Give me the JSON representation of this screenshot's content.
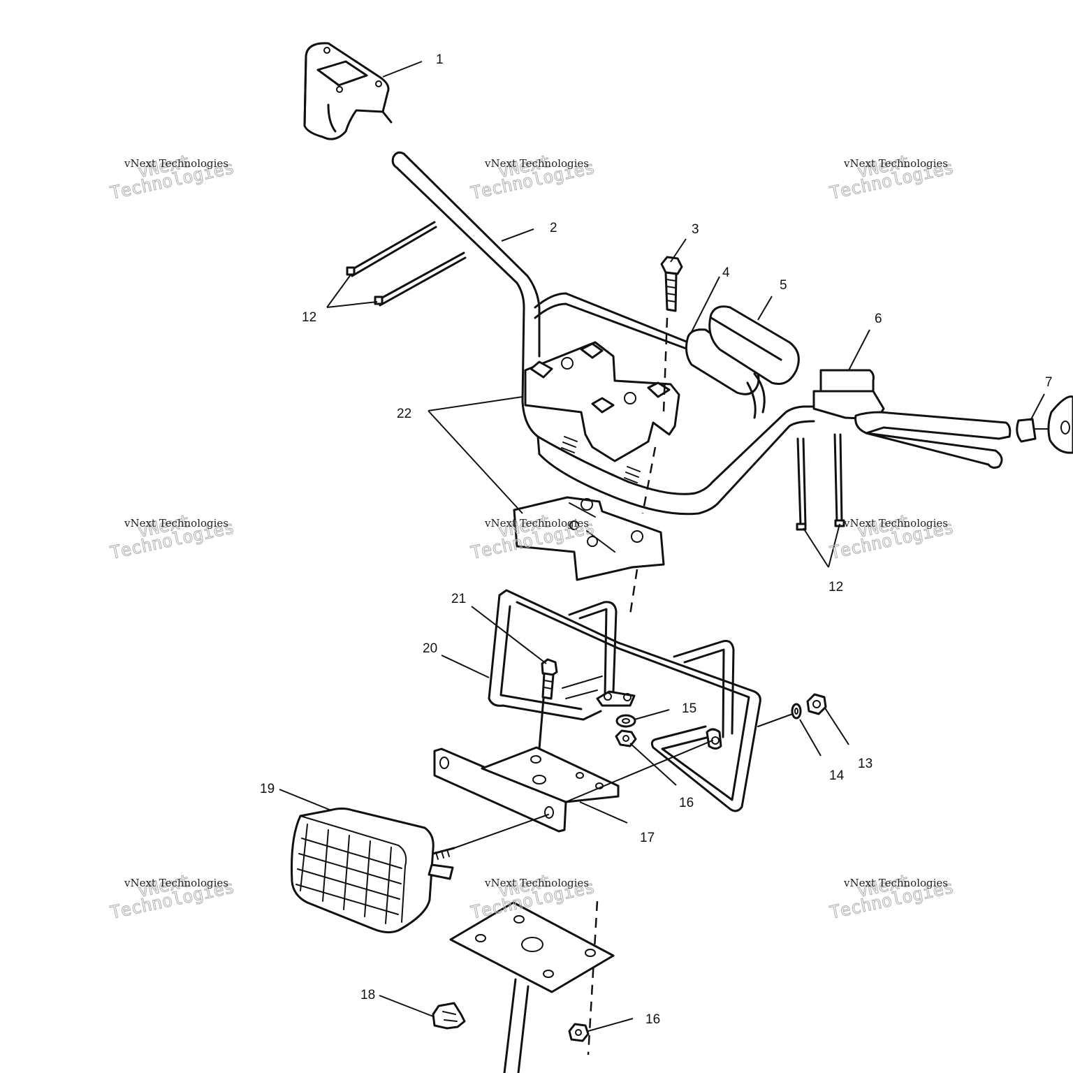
{
  "watermark": {
    "line1": "vNext",
    "line2": "Technologies",
    "caption": "vNext Technologies"
  },
  "callouts": [
    {
      "id": "1",
      "text": "1"
    },
    {
      "id": "2",
      "text": "2"
    },
    {
      "id": "3",
      "text": "3"
    },
    {
      "id": "4",
      "text": "4"
    },
    {
      "id": "5",
      "text": "5"
    },
    {
      "id": "6",
      "text": "6"
    },
    {
      "id": "7",
      "text": "7"
    },
    {
      "id": "12a",
      "text": "12"
    },
    {
      "id": "12b",
      "text": "12"
    },
    {
      "id": "13",
      "text": "13"
    },
    {
      "id": "14",
      "text": "14"
    },
    {
      "id": "15",
      "text": "15"
    },
    {
      "id": "16a",
      "text": "16"
    },
    {
      "id": "16b",
      "text": "16"
    },
    {
      "id": "17",
      "text": "17"
    },
    {
      "id": "18",
      "text": "18"
    },
    {
      "id": "19",
      "text": "19"
    },
    {
      "id": "20",
      "text": "20"
    },
    {
      "id": "21",
      "text": "21"
    },
    {
      "id": "22",
      "text": "22"
    }
  ]
}
